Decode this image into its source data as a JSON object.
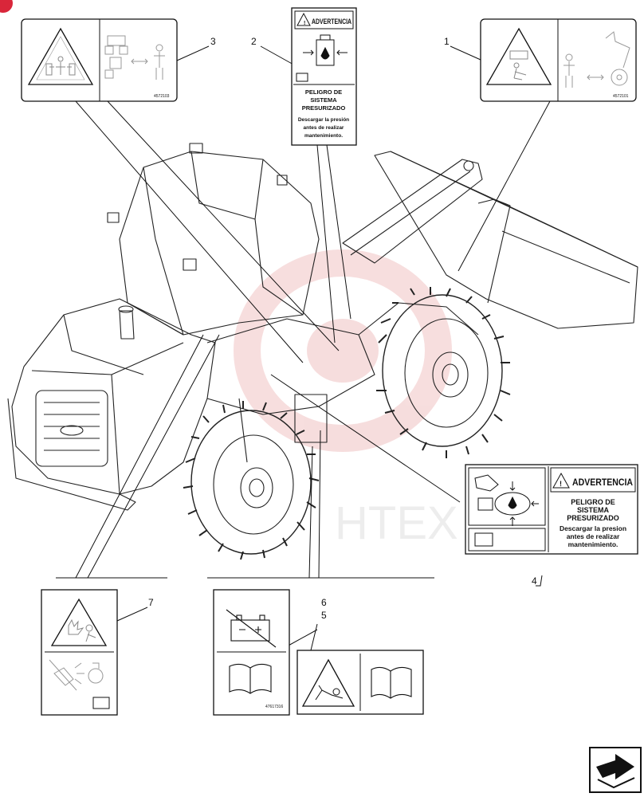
{
  "watermark": {
    "text": "HTEX",
    "color": "#e8a0a0"
  },
  "accent_color": "#d9263a",
  "callouts": [
    {
      "id": "callout-1",
      "number": "1"
    },
    {
      "id": "callout-2",
      "number": "2"
    },
    {
      "id": "callout-3",
      "number": "3"
    },
    {
      "id": "callout-4",
      "number": "4"
    },
    {
      "id": "callout-5",
      "number": "5"
    },
    {
      "id": "callout-6",
      "number": "6"
    },
    {
      "id": "callout-7",
      "number": "7"
    }
  ],
  "decals": {
    "d1": {
      "part_number": "4572101"
    },
    "d2": {
      "header": "ADVERTENCIA",
      "line1": "PELIGRO DE",
      "line2": "SISTEMA",
      "line3": "PRESURIZADO",
      "line4": "Descargar la presión",
      "line5": "antes de realizar",
      "line6": "mantenimiento."
    },
    "d3": {
      "part_number": "4572103"
    },
    "d4": {
      "header": "ADVERTENCIA",
      "line1": "PELIGRO DE",
      "line2": "SISTEMA",
      "line3": "PRESURIZADO",
      "line4": "Descargar la presion",
      "line5": "antes de realizar",
      "line6": "mantenimiento."
    },
    "d6": {
      "part_number": "47617316"
    }
  },
  "nav": {
    "icon": "next-page-arrow-icon"
  }
}
